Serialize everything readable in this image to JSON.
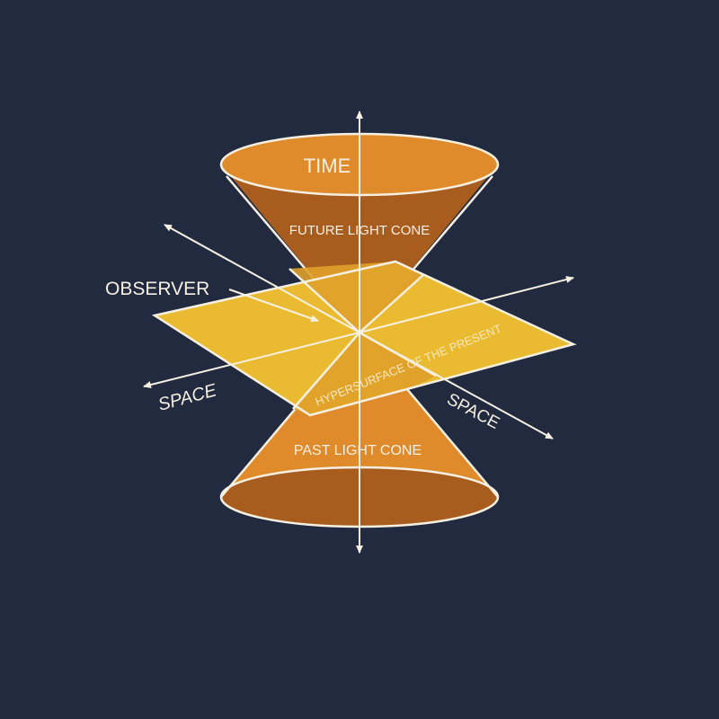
{
  "diagram": {
    "title": "Light cone diagram",
    "colors": {
      "background": "#222a40",
      "cone_light": "#df8a2b",
      "cone_dark": "#a85d1f",
      "plane": "#f2c230",
      "plane_over_cone": "#dfa02a",
      "lines": "#f6f0e2"
    },
    "labels": {
      "time": "TIME",
      "future_cone": "FUTURE LIGHT CONE",
      "past_cone": "PAST LIGHT CONE",
      "observer": "OBSERVER",
      "hypersurface": "HYPERSURFACE OF THE PRESENT",
      "space_left": "SPACE",
      "space_right": "SPACE"
    }
  }
}
